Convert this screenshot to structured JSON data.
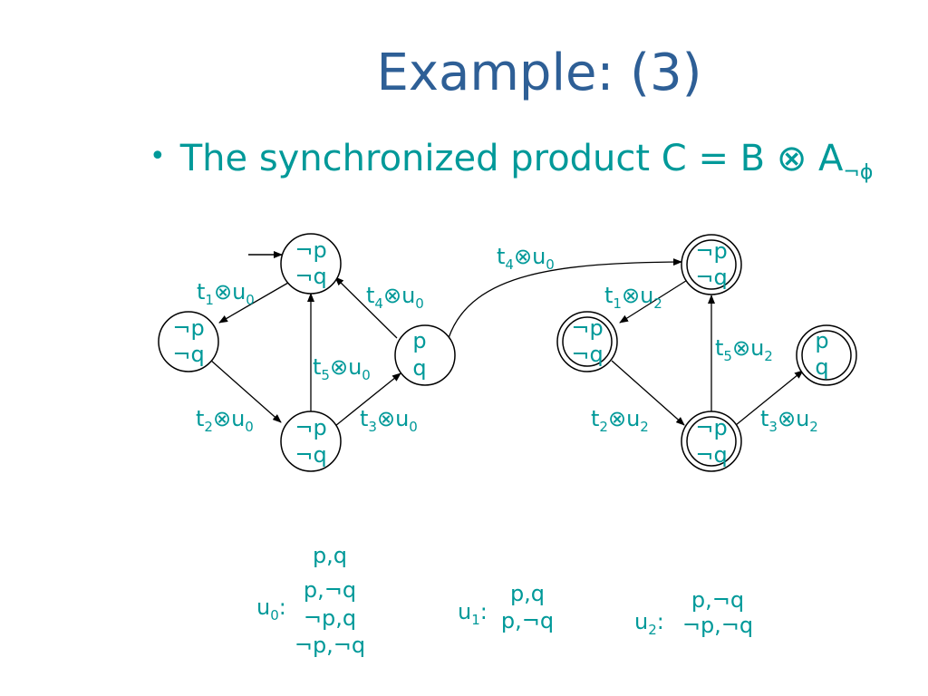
{
  "slide": {
    "title": "Example: (3)",
    "bullet": "The synchronized product C = B ⊗ A",
    "bullet_subscript": "¬ϕ"
  },
  "colors": {
    "title": "#2e5f96",
    "text": "#009999",
    "line": "#000000"
  },
  "states": {
    "ls_top": [
      "¬p",
      "¬q"
    ],
    "ls_left": [
      "¬p",
      "¬q"
    ],
    "ls_bottom": [
      "¬p",
      "¬q"
    ],
    "ls_right": [
      "p",
      "q"
    ],
    "rs_top": [
      "¬p",
      "¬q"
    ],
    "rs_left": [
      "¬p",
      "¬q"
    ],
    "rs_bottom": [
      "¬p",
      "¬q"
    ],
    "rs_right": [
      "p",
      "q"
    ]
  },
  "edges": {
    "e1": [
      "t",
      "1",
      "⊗u",
      "0"
    ],
    "e2": [
      "t",
      "4",
      "⊗u",
      "0"
    ],
    "e3": [
      "t",
      "5",
      "⊗u",
      "0"
    ],
    "e4": [
      "t",
      "2",
      "⊗u",
      "0"
    ],
    "e5": [
      "t",
      "3",
      "⊗u",
      "0"
    ],
    "e6": [
      "t",
      "4",
      "⊗u",
      "0"
    ],
    "e7": [
      "t",
      "1",
      "⊗u",
      "2"
    ],
    "e8": [
      "t",
      "5",
      "⊗u",
      "2"
    ],
    "e9": [
      "t",
      "2",
      "⊗u",
      "2"
    ],
    "e10": [
      "t",
      "3",
      "⊗u",
      "2"
    ]
  },
  "legend": {
    "u0": {
      "name": [
        "u",
        "0",
        ":"
      ],
      "items": [
        "p,q",
        "p,¬q",
        "¬p,q",
        "¬p,¬q"
      ]
    },
    "u1": {
      "name": [
        "u",
        "1",
        ":"
      ],
      "items": [
        "p,q",
        "p,¬q"
      ]
    },
    "u2": {
      "name": [
        "u",
        "2",
        ":"
      ],
      "items": [
        "p,¬q",
        "¬p,¬q"
      ]
    }
  }
}
